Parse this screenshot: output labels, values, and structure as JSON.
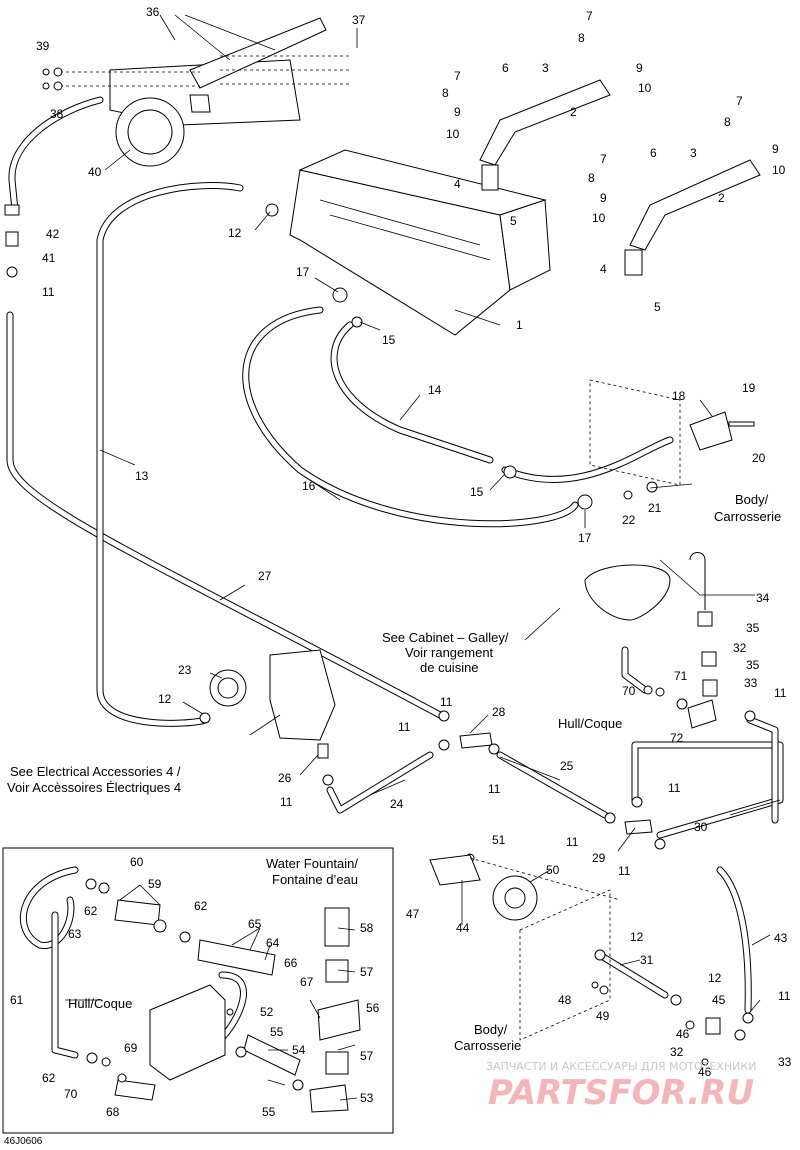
{
  "diagram_code": "46J0606",
  "callouts": {
    "c1": "1",
    "c2a": "2",
    "c2b": "2",
    "c3a": "3",
    "c3b": "3",
    "c4a": "4",
    "c4b": "4",
    "c5a": "5",
    "c5b": "5",
    "c6a": "6",
    "c6b": "6",
    "c7a": "7",
    "c7b": "7",
    "c7c": "7",
    "c8a": "8",
    "c8b": "8",
    "c8c": "8",
    "c9a": "9",
    "c9b": "9",
    "c9c": "9",
    "c10a": "10",
    "c10b": "10",
    "c10c": "10",
    "c11a": "11",
    "c11b": "11",
    "c11c": "11",
    "c11d": "11",
    "c11e": "11",
    "c11f": "11",
    "c11g": "11",
    "c11h": "11",
    "c11i": "11",
    "c11j": "11",
    "c12a": "12",
    "c12b": "12",
    "c12c": "12",
    "c12d": "12",
    "c13": "13",
    "c14": "14",
    "c15a": "15",
    "c15b": "15",
    "c16": "16",
    "c17a": "17",
    "c17b": "17",
    "c18": "18",
    "c19": "19",
    "c20": "20",
    "c21": "21",
    "c22": "22",
    "c23": "23",
    "c24": "24",
    "c25": "25",
    "c26": "26",
    "c27": "27",
    "c28": "28",
    "c29": "29",
    "c30": "30",
    "c31": "31",
    "c32a": "32",
    "c32b": "32",
    "c33a": "33",
    "c33b": "33",
    "c34": "34",
    "c35a": "35",
    "c35b": "35",
    "c36": "36",
    "c37": "37",
    "c38": "38",
    "c39": "39",
    "c40": "40",
    "c41": "41",
    "c42": "42",
    "c43": "43",
    "c44": "44",
    "c45": "45",
    "c46a": "46",
    "c46b": "46",
    "c47": "47",
    "c48": "48",
    "c49": "49",
    "c50": "50",
    "c51": "51",
    "c52": "52",
    "c53": "53",
    "c54": "54",
    "c55a": "55",
    "c55b": "55",
    "c56": "56",
    "c57a": "57",
    "c57b": "57",
    "c58": "58",
    "c59": "59",
    "c60": "60",
    "c61": "61",
    "c62a": "62",
    "c62b": "62",
    "c62c": "62",
    "c63": "63",
    "c64": "64",
    "c65": "65",
    "c66": "66",
    "c67": "67",
    "c68": "68",
    "c69": "69",
    "c70a": "70",
    "c70b": "70",
    "c71": "71",
    "c72": "72"
  },
  "notes": {
    "body_1": "Body/",
    "body_1b": "Carrosserie",
    "cabinet_1": "See Cabinet – Galley/",
    "cabinet_2": "Voir rangement",
    "cabinet_3": "de cuisine",
    "hull_1": "Hull/Coque",
    "elec_1": "See Electrical Accessories 4 /",
    "elec_2": "Voir Accèssoires Électriques 4",
    "fountain_1": "Water Fountain/",
    "fountain_2": "Fontaine d’eau",
    "hull_2": "Hull/Coque",
    "body_2": "Body/",
    "body_2b": "Carrosserie"
  },
  "watermark": {
    "tagline": "ЗАПЧАСТИ И АКСЕССУАРЫ ДЛЯ МОТОТЕХНИКИ",
    "brand": "PARTSFOR.RU"
  }
}
